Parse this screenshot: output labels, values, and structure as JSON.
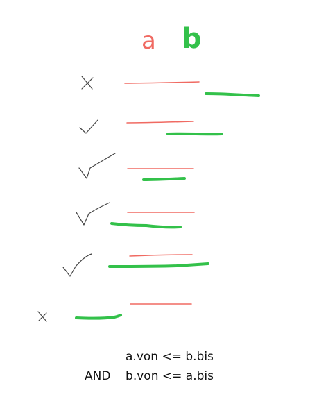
{
  "headers": {
    "a": "a",
    "b": "b"
  },
  "colors": {
    "a": "#f06a62",
    "b": "#33c14a",
    "mark": "#333333"
  },
  "rows": [
    {
      "mark": "x-mark"
    },
    {
      "mark": "check-mark"
    },
    {
      "mark": "check-mark"
    },
    {
      "mark": "check-mark"
    },
    {
      "mark": "check-mark"
    },
    {
      "mark": "x-mark"
    }
  ],
  "formula": {
    "line1": "a.von <= b.bis",
    "line2": "AND    b.von <= a.bis"
  }
}
